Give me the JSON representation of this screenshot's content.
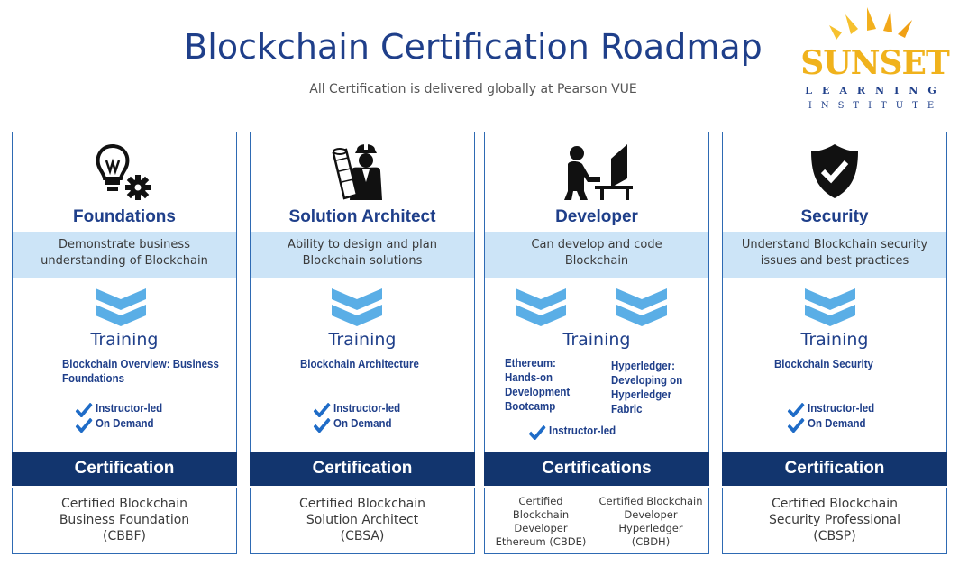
{
  "header": {
    "title": "Blockchain Certification Roadmap",
    "subtitle": "All Certification is delivered globally at Pearson VUE"
  },
  "logo": {
    "word": "SUNSET",
    "line1": "LEARNING",
    "line2": "INSTITUTE",
    "colors": {
      "word": "#f0b21c",
      "text": "#1f3f8a"
    }
  },
  "colors": {
    "primary_blue": "#1f3f8a",
    "dark_bar": "#12356e",
    "light_band": "#cce4f7",
    "chevron": "#5aaee6",
    "border": "#2e6ab3"
  },
  "columns": [
    {
      "icon": "lightbulb-gear-icon",
      "role": "Foundations",
      "description": [
        "Demonstrate business",
        "understanding of Blockchain"
      ],
      "training_label": "Training",
      "courses": [
        "Blockchain Overview: Business Foundations"
      ],
      "delivery": [
        "Instructor-led",
        "On Demand"
      ],
      "cert_label": "Certification",
      "certs": [
        [
          "Certified Blockchain",
          "Business Foundation",
          "(CBBF)"
        ]
      ]
    },
    {
      "icon": "architect-worker-icon",
      "role": "Solution Architect",
      "description": [
        "Ability to design and plan",
        "Blockchain solutions"
      ],
      "training_label": "Training",
      "courses": [
        "Blockchain Architecture"
      ],
      "delivery": [
        "Instructor-led",
        "On Demand"
      ],
      "cert_label": "Certification",
      "certs": [
        [
          "Certified Blockchain",
          "Solution Architect",
          "(CBSA)"
        ]
      ]
    },
    {
      "icon": "developer-at-computer-icon",
      "role": "Developer",
      "description": [
        "Can develop and code",
        "Blockchain"
      ],
      "training_label": "Training",
      "courses": [
        "Ethereum: Hands-on Development Bootcamp",
        "Hyperledger: Developing on Hyperledger Fabric"
      ],
      "delivery": [
        "Instructor-led"
      ],
      "cert_label": "Certifications",
      "certs": [
        [
          "Certified",
          "Blockchain",
          "Developer",
          "Ethereum (CBDE)"
        ],
        [
          "Certified Blockchain",
          "Developer",
          "Hyperledger",
          "(CBDH)"
        ]
      ]
    },
    {
      "icon": "shield-check-icon",
      "role": "Security",
      "description": [
        "Understand Blockchain security",
        "issues and best practices"
      ],
      "training_label": "Training",
      "courses": [
        "Blockchain Security"
      ],
      "delivery": [
        "Instructor-led",
        "On Demand"
      ],
      "cert_label": "Certification",
      "certs": [
        [
          "Certified Blockchain",
          "Security Professional",
          "(CBSP)"
        ]
      ]
    }
  ]
}
